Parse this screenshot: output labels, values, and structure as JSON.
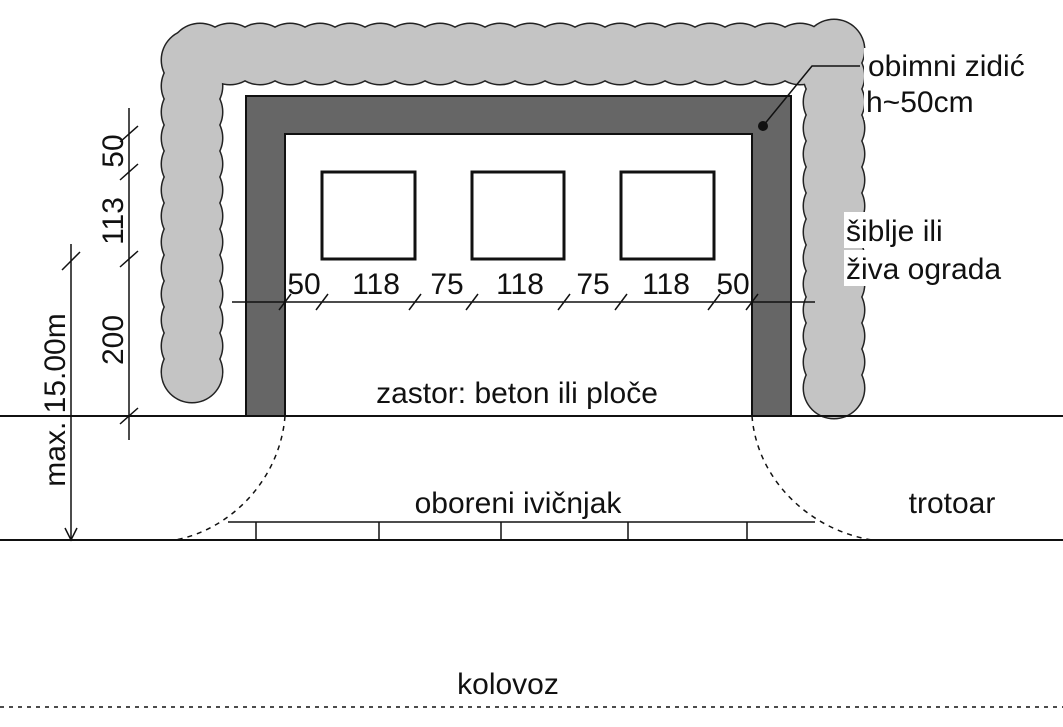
{
  "labels": {
    "wall": "obimni zidić",
    "wall_height": "h~50cm",
    "hedge_line1": "šiblje ili",
    "hedge_line2": "živa ograda",
    "surface": "zastor: beton ili ploče",
    "curb": "oboreni ivičnjak",
    "sidewalk": "trotoar",
    "road": "kolovoz"
  },
  "dimensions": {
    "horizontal": [
      "50",
      "118",
      "75",
      "118",
      "75",
      "118",
      "50"
    ],
    "vertical": [
      "50",
      "113",
      "200"
    ],
    "max_length": "max. 15.00m"
  },
  "colors": {
    "hedge": "#c4c4c4",
    "wall": "#666666",
    "line": "#111111"
  }
}
